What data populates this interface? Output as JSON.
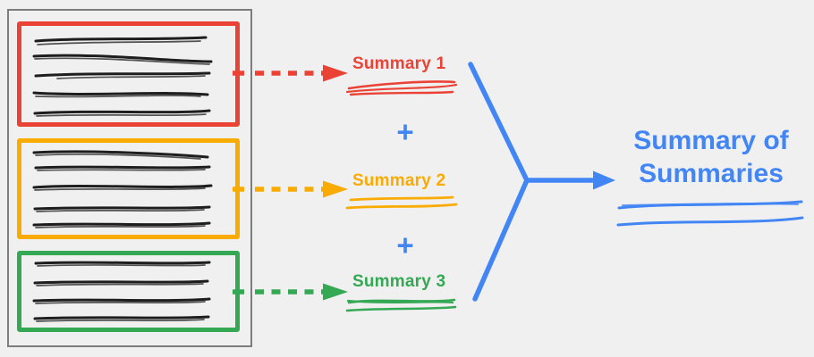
{
  "colors": {
    "background": "#f0f0f1",
    "document_border": "#7d7d7d",
    "red": "#EA4335",
    "orange": "#F9AB00",
    "green": "#34A853",
    "blue": "#4285F4",
    "ink": "#1e1e1e"
  },
  "source_document": {
    "chunks": [
      {
        "name": "chunk-1",
        "border_color": "#EA4335",
        "text_line_count": 5
      },
      {
        "name": "chunk-2",
        "border_color": "#F9AB00",
        "text_line_count": 5
      },
      {
        "name": "chunk-3",
        "border_color": "#34A853",
        "text_line_count": 4
      }
    ]
  },
  "chunk_summaries": [
    {
      "label": "Summary 1",
      "color": "#EA4335"
    },
    {
      "label": "Summary 2",
      "color": "#F9AB00"
    },
    {
      "label": "Summary 3",
      "color": "#34A853"
    }
  ],
  "plus_operators": [
    "+",
    "+"
  ],
  "final_summary": {
    "line1": "Summary of",
    "line2": "Summaries",
    "color": "#4285F4"
  }
}
